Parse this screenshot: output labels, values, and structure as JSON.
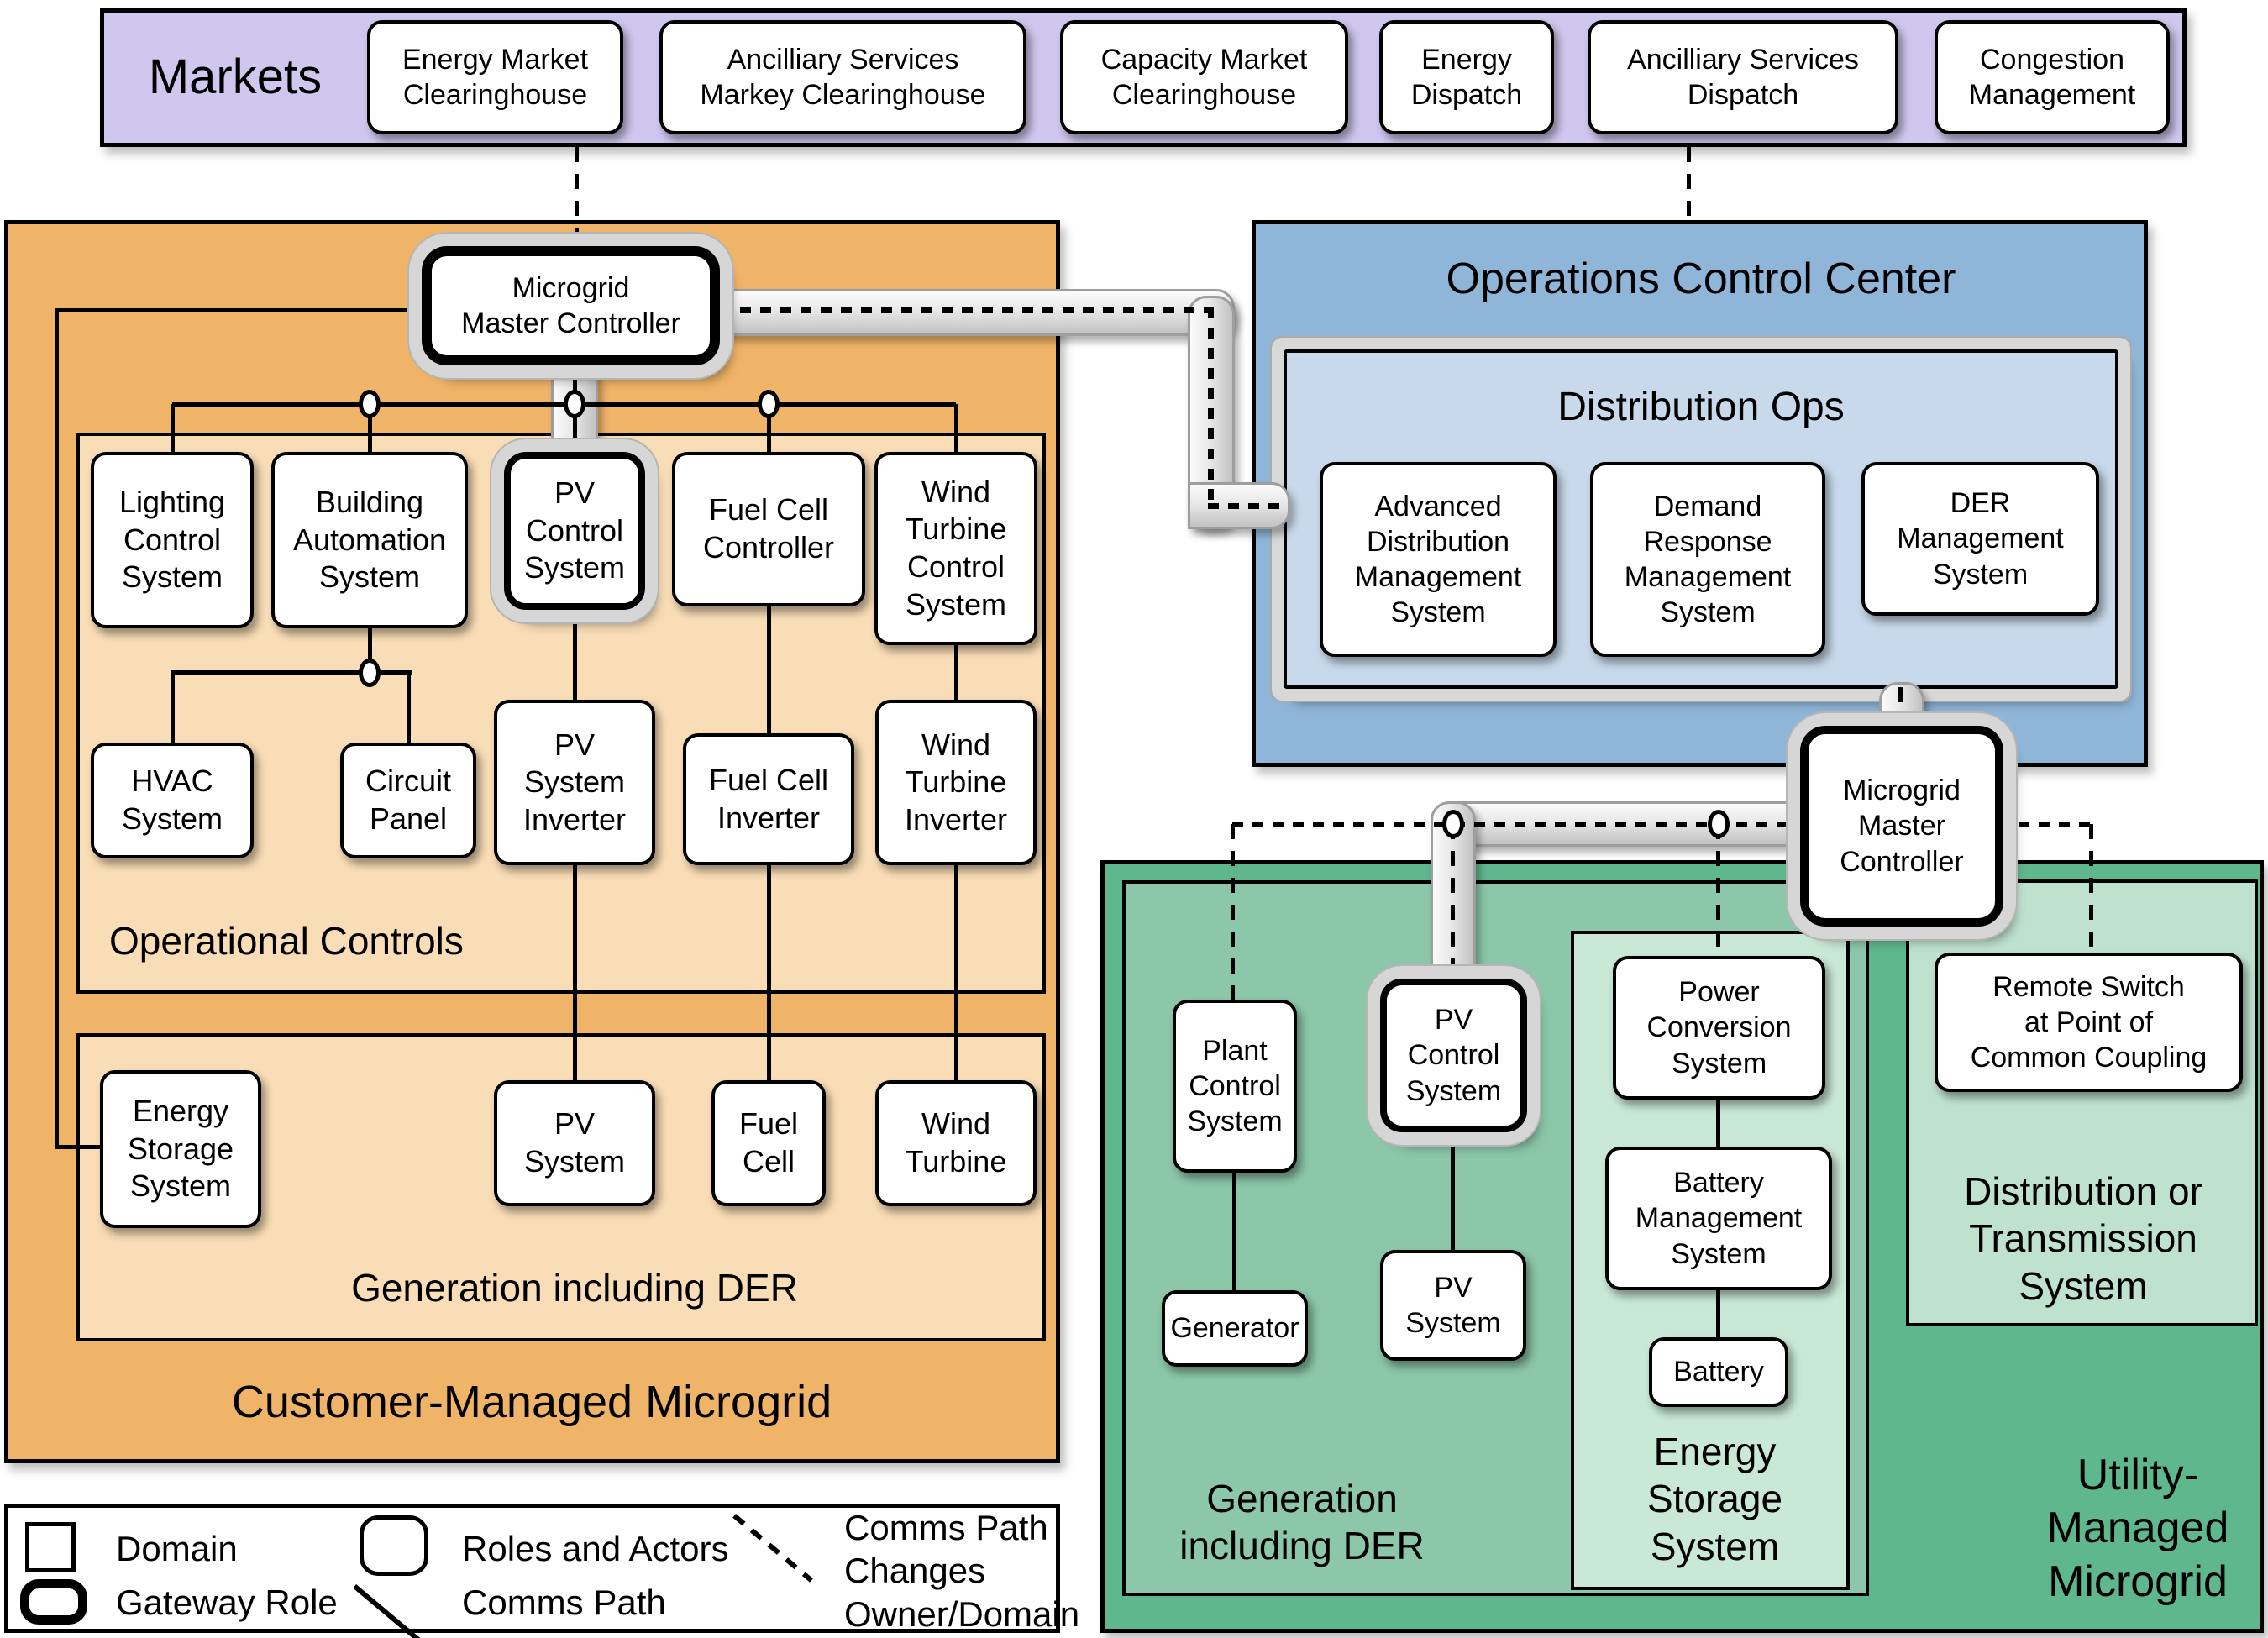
{
  "markets": {
    "title": "Markets",
    "items": [
      "Energy Market\nClearinghouse",
      "Ancilliary Services\nMarkey Clearinghouse",
      "Capacity Market\nClearinghouse",
      "Energy\nDispatch",
      "Ancilliary Services\nDispatch",
      "Congestion\nManagement"
    ]
  },
  "customer": {
    "title": "Customer-Managed Microgrid",
    "master_controller": "Microgrid\nMaster Controller",
    "operational_controls": {
      "title": "Operational Controls",
      "row1": [
        "Lighting\nControl\nSystem",
        "Building\nAutomation\nSystem",
        "PV\nControl\nSystem",
        "Fuel Cell\nController",
        "Wind\nTurbine\nControl\nSystem"
      ],
      "row2": [
        "HVAC\nSystem",
        "Circuit\nPanel",
        "PV\nSystem\nInverter",
        "Fuel Cell\nInverter",
        "Wind\nTurbine\nInverter"
      ]
    },
    "generation": {
      "title": "Generation including DER",
      "energy_storage": "Energy\nStorage\nSystem",
      "pv_system": "PV\nSystem",
      "fuel_cell": "Fuel\nCell",
      "wind_turbine": "Wind\nTurbine"
    }
  },
  "occ": {
    "title": "Operations Control Center",
    "distribution_ops": {
      "title": "Distribution Ops",
      "adms": "Advanced\nDistribution\nManagement\nSystem",
      "drms": "Demand\nResponse\nManagement\nSystem",
      "derms": "DER\nManagement\nSystem"
    },
    "master_controller": "Microgrid\nMaster\nController"
  },
  "utility": {
    "title": "Utility-\nManaged\nMicrogrid",
    "generation": {
      "title": "Generation\nincluding DER",
      "plant_control": "Plant\nControl\nSystem",
      "pv_control": "PV\nControl\nSystem",
      "generator": "Generator",
      "pv_system": "PV\nSystem",
      "energy_storage": {
        "title": "Energy\nStorage\nSystem",
        "power_conversion": "Power\nConversion\nSystem",
        "battery_management": "Battery\nManagement\nSystem",
        "battery": "Battery"
      }
    },
    "dist_trans": {
      "title": "Distribution or\nTransmission\nSystem",
      "remote_switch": "Remote Switch\nat Point of\nCommon Coupling"
    }
  },
  "legend": {
    "domain": "Domain",
    "gateway": "Gateway Role",
    "roles": "Roles and Actors",
    "comms": "Comms Path",
    "comms_changes": "Comms Path\nChanges\nOwner/Domain"
  },
  "colors": {
    "lavender": "#cfc7ee",
    "orange": "#f0b468",
    "light_orange": "#f9ddb6",
    "blue": "#8fb6d9",
    "light_blue": "#c7d9ea",
    "green": "#5fb78e",
    "mid_green": "#8cc7a9",
    "light_green": "#c9e8d5",
    "light_green2": "#bfe2cf"
  }
}
